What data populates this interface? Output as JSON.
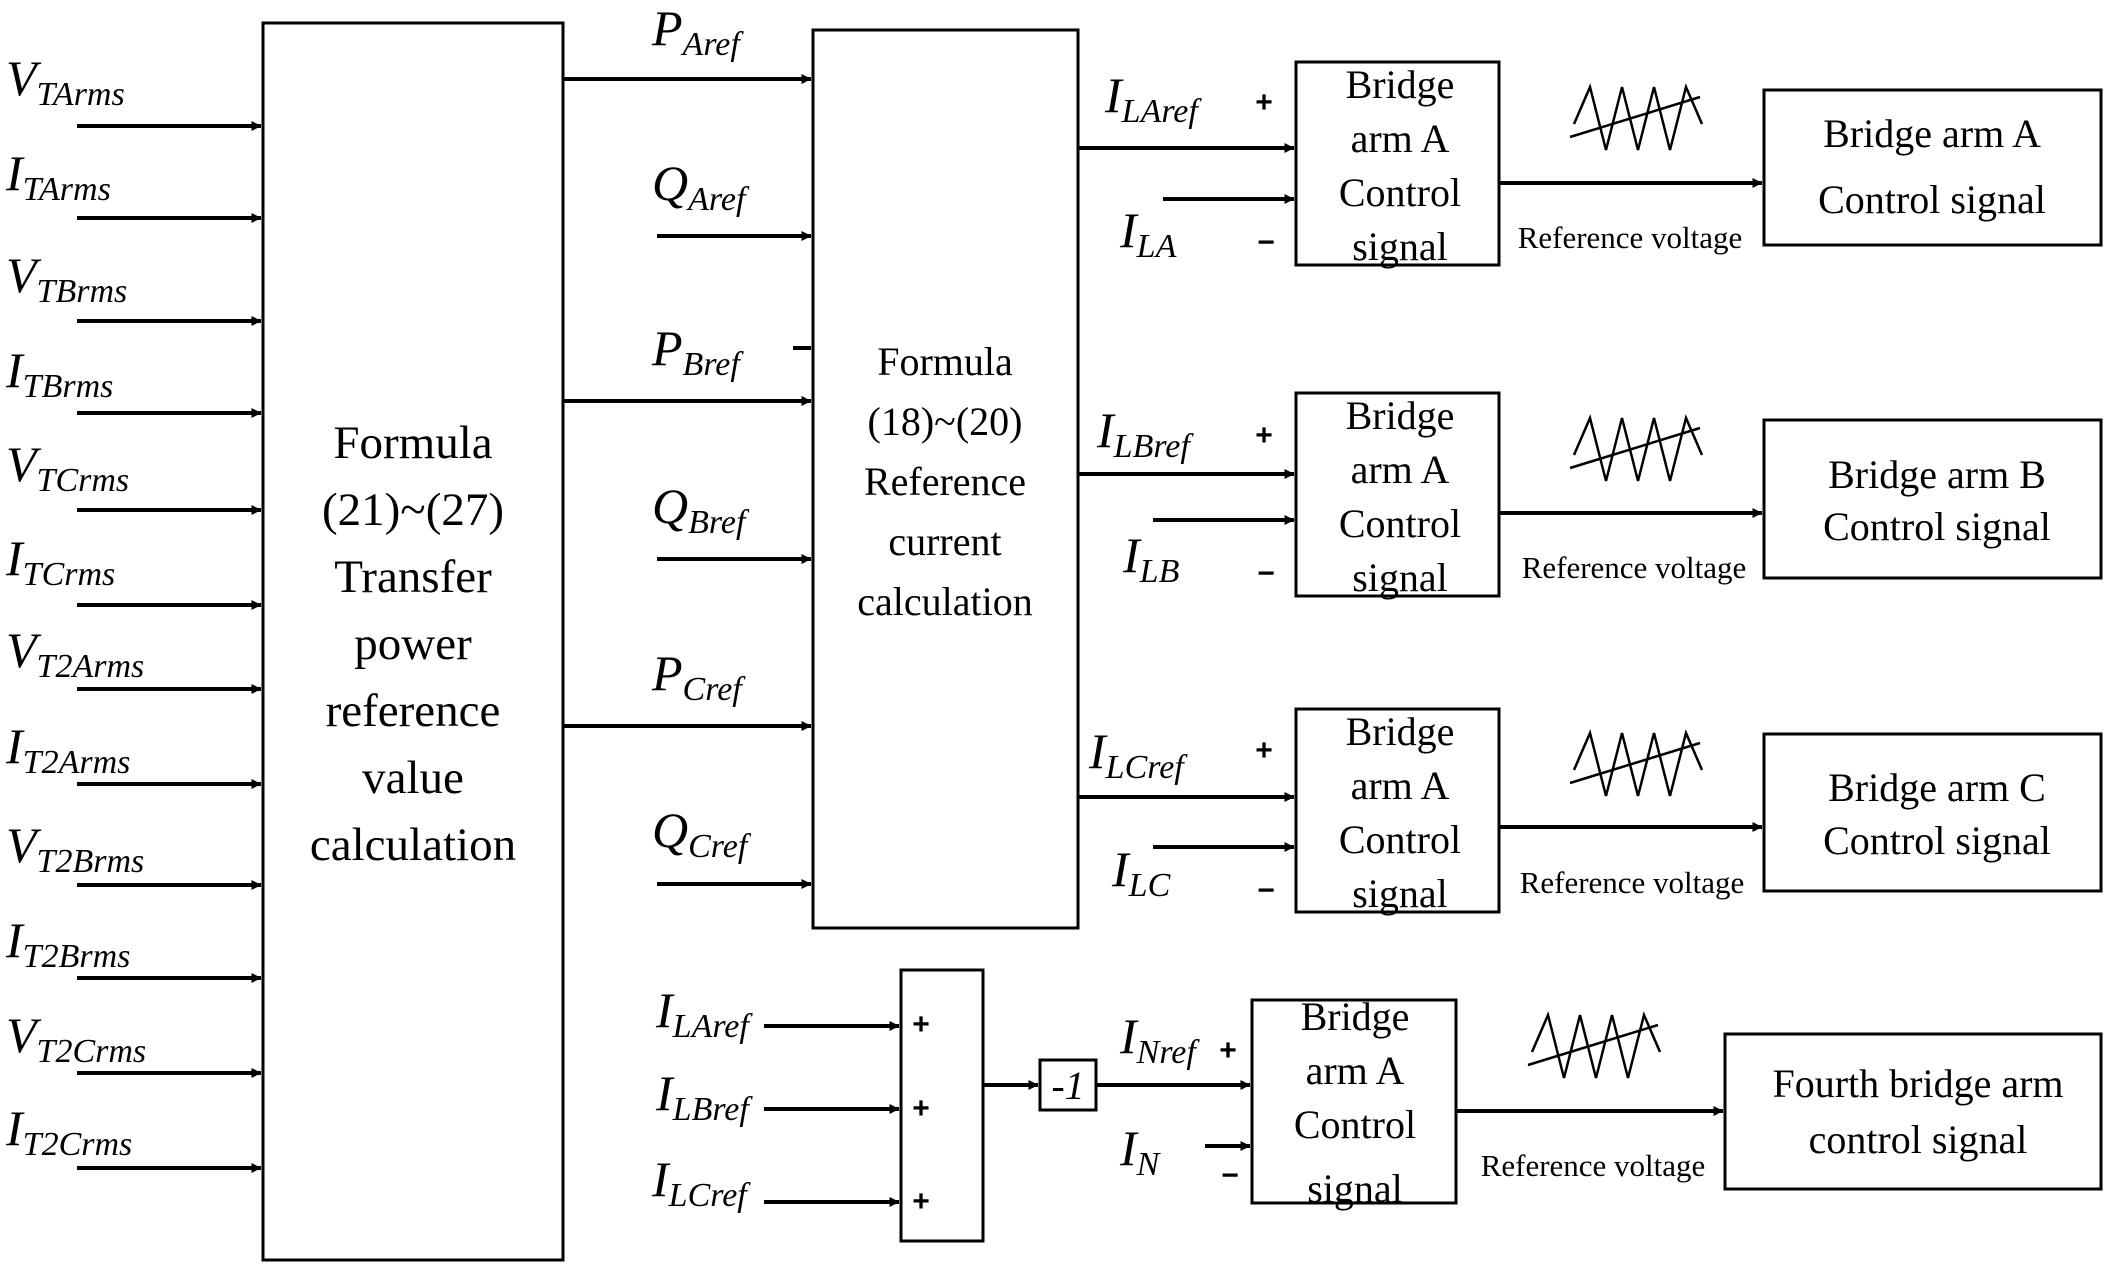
{
  "inputs": [
    {
      "main": "V",
      "sub": "TArms"
    },
    {
      "main": "I",
      "sub": "TArms"
    },
    {
      "main": "V",
      "sub": "TBrms"
    },
    {
      "main": "I",
      "sub": "TBrms"
    },
    {
      "main": "V",
      "sub": "TCrms"
    },
    {
      "main": "I",
      "sub": "TCrms"
    },
    {
      "main": "V",
      "sub": "T2Arms"
    },
    {
      "main": "I",
      "sub": "T2Arms"
    },
    {
      "main": "V",
      "sub": "T2Brms"
    },
    {
      "main": "I",
      "sub": "T2Brms"
    },
    {
      "main": "V",
      "sub": "T2Crms"
    },
    {
      "main": "I",
      "sub": "T2Crms"
    }
  ],
  "power_block": {
    "lines": [
      "Formula",
      "(21)~(27)",
      "Transfer",
      "power",
      "reference",
      "value",
      "calculation"
    ]
  },
  "power_refs": [
    {
      "main": "P",
      "sub": "Aref"
    },
    {
      "main": "Q",
      "sub": "Aref"
    },
    {
      "main": "P",
      "sub": "Bref"
    },
    {
      "main": "Q",
      "sub": "Bref"
    },
    {
      "main": "P",
      "sub": "Cref"
    },
    {
      "main": "Q",
      "sub": "Cref"
    }
  ],
  "current_block": {
    "lines": [
      "Formula",
      "(18)~(20)",
      "Reference",
      "current",
      "calculation"
    ]
  },
  "phases": [
    {
      "ref": {
        "main": "I",
        "sub": "LAref"
      },
      "meas": {
        "main": "I",
        "sub": "LA"
      },
      "plus": "+",
      "minus": "−",
      "ctrl_lines": [
        "Bridge",
        "arm A",
        "Control",
        "signal"
      ],
      "ref_voltage": "Reference voltage",
      "out_lines": [
        "Bridge arm A",
        "Control signal"
      ]
    },
    {
      "ref": {
        "main": "I",
        "sub": "LBref"
      },
      "meas": {
        "main": "I",
        "sub": "LB"
      },
      "plus": "+",
      "minus": "−",
      "ctrl_lines": [
        "Bridge",
        "arm A",
        "Control",
        "signal"
      ],
      "ref_voltage": "Reference voltage",
      "out_lines": [
        "Bridge arm B",
        "Control signal"
      ]
    },
    {
      "ref": {
        "main": "I",
        "sub": "LCref"
      },
      "meas": {
        "main": "I",
        "sub": "LC"
      },
      "plus": "+",
      "minus": "−",
      "ctrl_lines": [
        "Bridge",
        "arm A",
        "Control",
        "signal"
      ],
      "ref_voltage": "Reference voltage",
      "out_lines": [
        "Bridge arm C",
        "Control signal"
      ]
    }
  ],
  "neutral": {
    "sum_inputs": [
      {
        "main": "I",
        "sub": "LAref"
      },
      {
        "main": "I",
        "sub": "LBref"
      },
      {
        "main": "I",
        "sub": "LCref"
      }
    ],
    "sum_signs": [
      "+",
      "+",
      "+"
    ],
    "gain": "-1",
    "ref": {
      "main": "I",
      "sub": "Nref"
    },
    "meas": {
      "main": "I",
      "sub": "N"
    },
    "plus": "+",
    "minus": "−",
    "ctrl_lines": [
      "Bridge",
      "arm A",
      "Control",
      "signal"
    ],
    "ref_voltage": "Reference voltage",
    "out_lines": [
      "Fourth bridge arm",
      "control signal"
    ]
  }
}
